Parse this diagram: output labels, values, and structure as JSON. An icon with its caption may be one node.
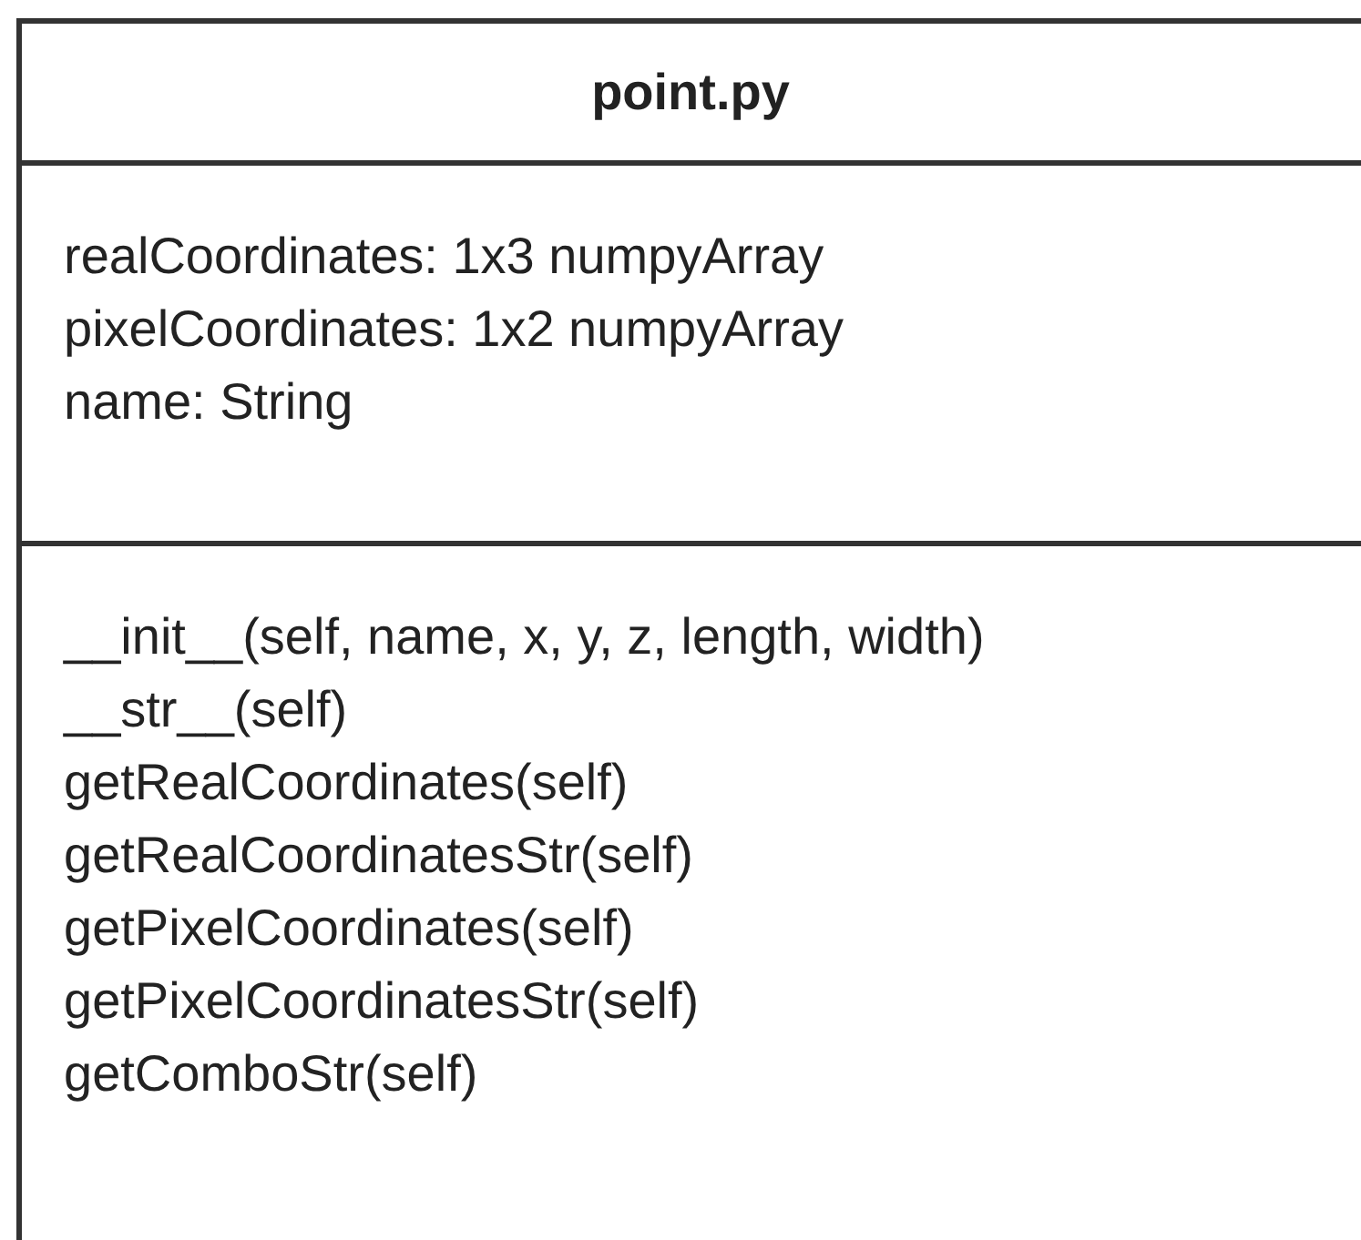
{
  "diagram": {
    "nodes": [
      {
        "text": [
          "point.py"
        ]
      },
      {
        "text": [
          "realCoordinates: 1x3 numpyArray",
          "pixelCoordinates: 1x2 numpyArray",
          "name: String"
        ],
        "in": 0
      },
      {
        "text": [
          "__init__(self, name, x, y, z, length, width)",
          "__str__(self)",
          "getRealCoordinates(self)",
          "getRealCoordinatesStr(self)",
          "getPixelCoordinates(self)",
          "getPixelCoordinatesStr(self)",
          "getComboStr(self)"
        ],
        "in": 0
      }
    ],
    "edges": []
  }
}
